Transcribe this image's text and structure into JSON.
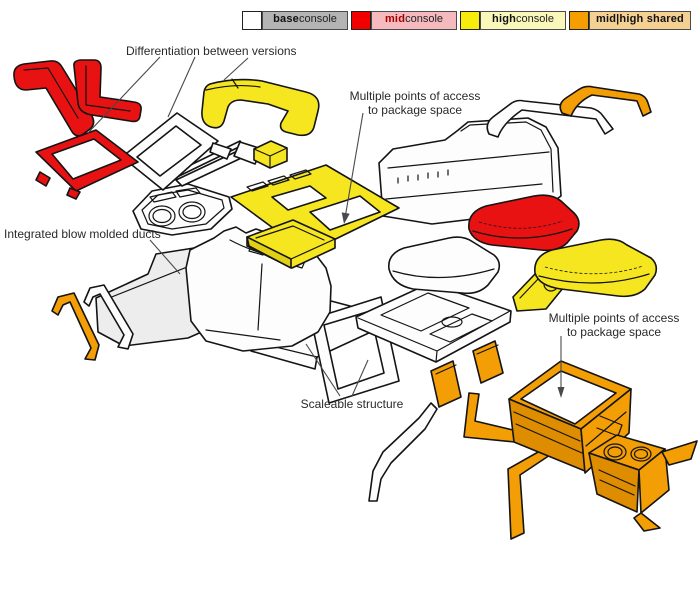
{
  "legend": {
    "items": [
      {
        "label_strong": "base",
        "label_rest": "console",
        "swatch_color": "#ffffff",
        "label_bg": "#b4b4b4",
        "strong_color": "#111111"
      },
      {
        "label_strong": "mid",
        "label_rest": "console",
        "swatch_color": "#f20000",
        "label_bg": "#f6b9bd",
        "strong_color": "#a30000"
      },
      {
        "label_strong": "high",
        "label_rest": "console",
        "swatch_color": "#f8ec0c",
        "label_bg": "#faf7bb",
        "strong_color": "#111111"
      },
      {
        "label_strong": "mid|high shared",
        "label_rest": "",
        "swatch_color": "#f69d00",
        "label_bg": "#f4d092",
        "strong_color": "#111111"
      }
    ]
  },
  "annotations": {
    "differentiation": "Differentiation between versions",
    "access_top_1": "Multiple points of access",
    "access_top_2": "to package space",
    "ducts": "Integrated blow molded ducts",
    "scaleable": "Scaleable structure",
    "access_bottom_1": "Multiple points of access",
    "access_bottom_2": "to package space"
  },
  "colors": {
    "line": "#141414",
    "leader": "#4a4a4a",
    "red": "#e81212",
    "yellow": "#f6e620",
    "yellow_dark": "#e2d014",
    "orange": "#f49e06",
    "orange_dark": "#de8c00",
    "white_part": "#fdfdfd",
    "gray_part": "#ededed",
    "text": "#2a2a2a"
  }
}
